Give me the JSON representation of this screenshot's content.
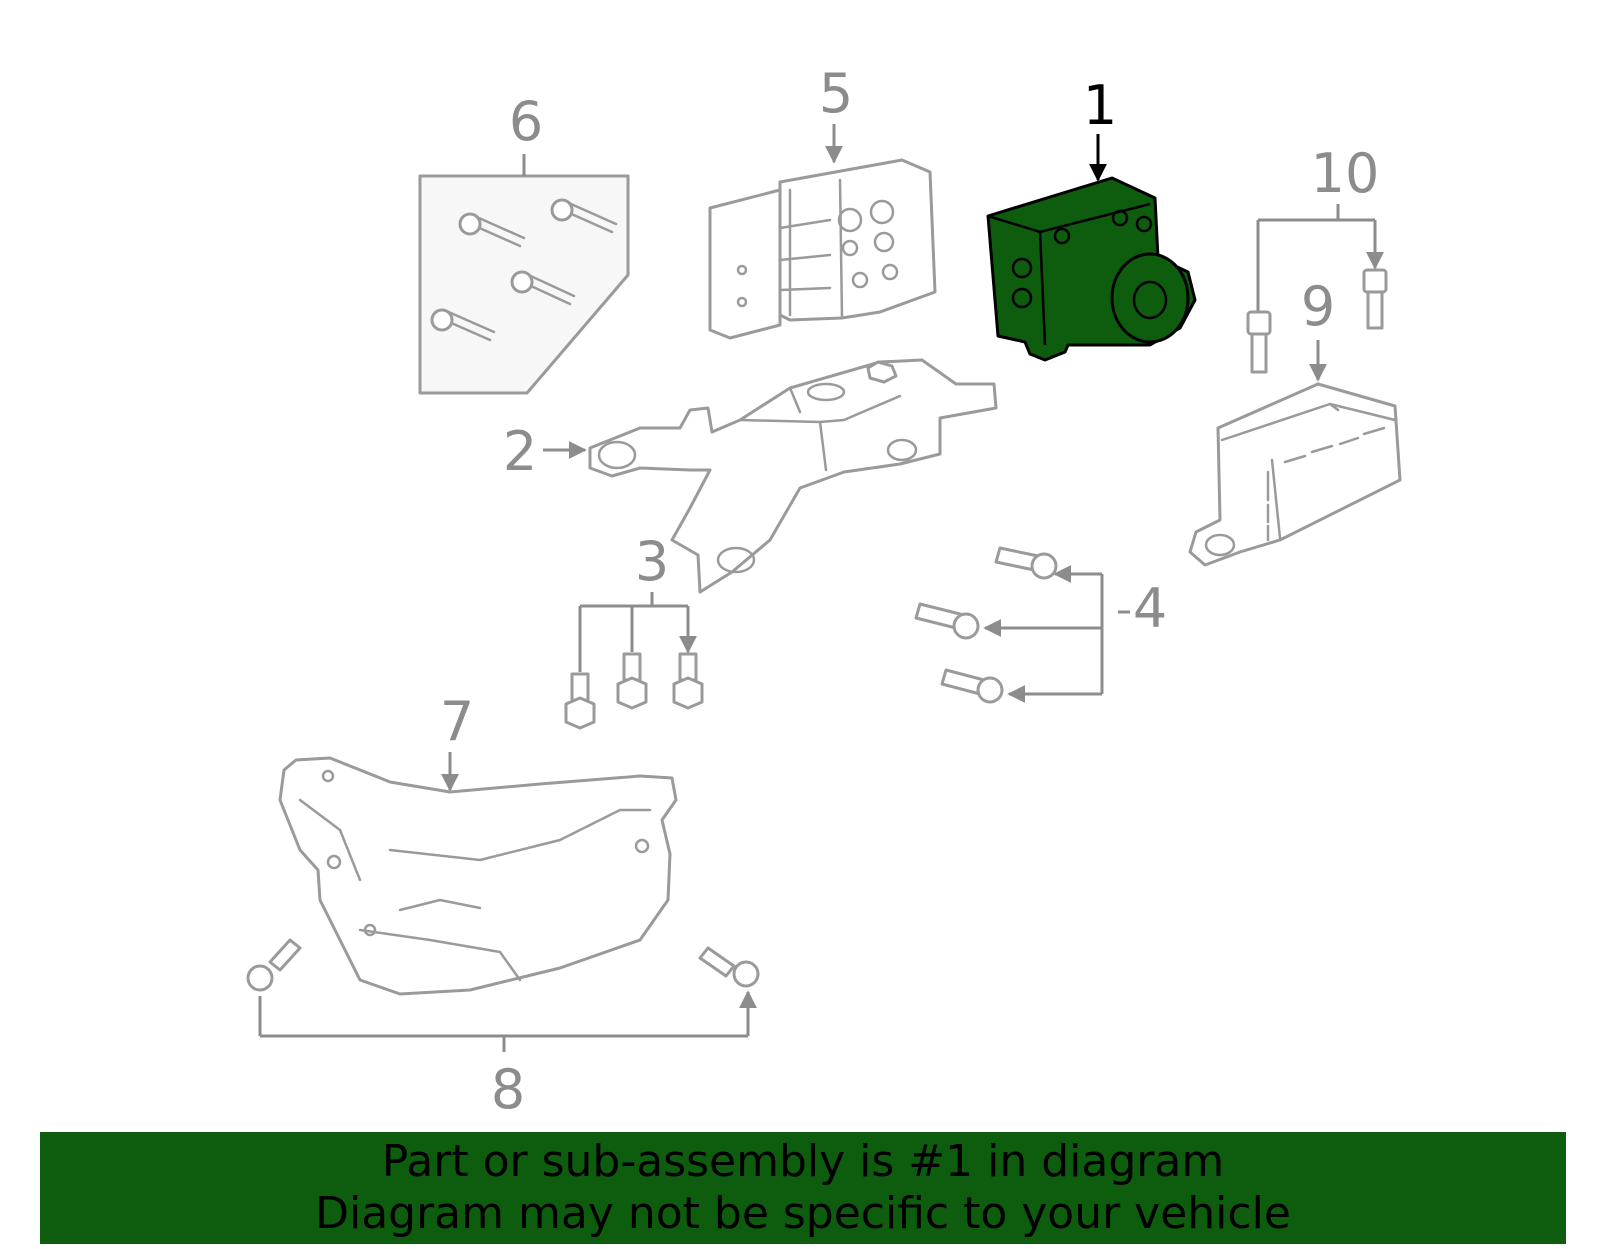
{
  "callouts": {
    "c1": "1",
    "c2": "2",
    "c3": "3",
    "c4": "4",
    "c5": "5",
    "c6": "6",
    "c7": "7",
    "c8": "8",
    "c9": "9",
    "c10": "10"
  },
  "highlighted_part": "1",
  "colors": {
    "highlight": "#0e5c0e",
    "lines": "#9a9a9a",
    "banner": "#0e5c0e"
  },
  "banner": {
    "line1": "Part or sub-assembly is #1 in diagram",
    "line2": "Diagram may not be specific to your vehicle"
  }
}
